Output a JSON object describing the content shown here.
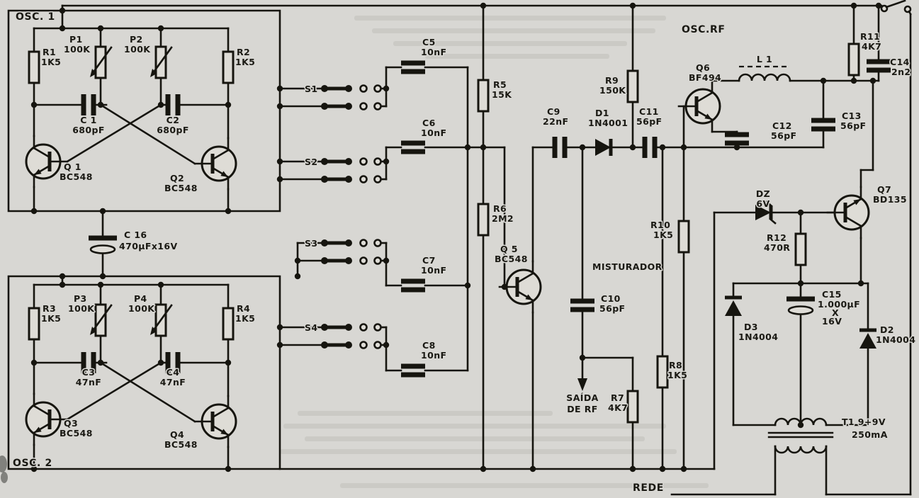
{
  "sections": {
    "osc1": "OSC. 1",
    "osc2": "OSC. 2",
    "oscrf": "OSC.RF",
    "mixer": "MISTURADOR",
    "rf_out_1": "SAÍDA",
    "rf_out_2": "DE RF",
    "rede": "REDE"
  },
  "components": {
    "r1": {
      "ref": "R1",
      "val": "1K5"
    },
    "r2": {
      "ref": "R2",
      "val": "1K5"
    },
    "r3": {
      "ref": "R3",
      "val": "1K5"
    },
    "r4": {
      "ref": "R4",
      "val": "1K5"
    },
    "r5": {
      "ref": "R5",
      "val": "15K"
    },
    "r6": {
      "ref": "R6",
      "val": "2M2"
    },
    "r7": {
      "ref": "R7",
      "val": "4K7"
    },
    "r8": {
      "ref": "R8",
      "val": "1K5"
    },
    "r9": {
      "ref": "R9",
      "val": "150K"
    },
    "r10": {
      "ref": "R10",
      "val": "1K5"
    },
    "r11": {
      "ref": "R11",
      "val": "4K7"
    },
    "r12": {
      "ref": "R12",
      "val": "470R"
    },
    "p1": {
      "ref": "P1",
      "val": "100K"
    },
    "p2": {
      "ref": "P2",
      "val": "100K"
    },
    "p3": {
      "ref": "P3",
      "val": "100K"
    },
    "p4": {
      "ref": "P4",
      "val": "100K"
    },
    "c1": {
      "ref": "C 1",
      "val": "680pF"
    },
    "c2": {
      "ref": "C2",
      "val": "680pF"
    },
    "c3": {
      "ref": "C3",
      "val": "47nF"
    },
    "c4": {
      "ref": "C4",
      "val": "47nF"
    },
    "c5": {
      "ref": "C5",
      "val": "10nF"
    },
    "c6": {
      "ref": "C6",
      "val": "10nF"
    },
    "c7": {
      "ref": "C7",
      "val": "10nF"
    },
    "c8": {
      "ref": "C8",
      "val": "10nF"
    },
    "c9": {
      "ref": "C9",
      "val": "22nF"
    },
    "c10": {
      "ref": "C10",
      "val": "56pF"
    },
    "c11": {
      "ref": "C11",
      "val": "56pF"
    },
    "c12": {
      "ref": "C12",
      "val": "56pF"
    },
    "c13": {
      "ref": "C13",
      "val": "56pF"
    },
    "c14": {
      "ref": "C14",
      "val": "2n2"
    },
    "c15": {
      "ref": "C15",
      "v1": "1.000µF",
      "v2": "X",
      "v3": "16V"
    },
    "c16": {
      "ref": "C 16",
      "val": "470µFx16V"
    },
    "q1": {
      "ref": "Q 1",
      "val": "BC548"
    },
    "q2": {
      "ref": "Q2",
      "val": "BC548"
    },
    "q3": {
      "ref": "Q3",
      "val": "BC548"
    },
    "q4": {
      "ref": "Q4",
      "val": "BC548"
    },
    "q5": {
      "ref": "Q 5",
      "val": "BC548"
    },
    "q6": {
      "ref": "Q6",
      "val": "BF494"
    },
    "q7": {
      "ref": "Q7",
      "val": "BD135"
    },
    "d1": {
      "ref": "D1",
      "val": "1N4001"
    },
    "d2": {
      "ref": "D2",
      "val": "1N4004"
    },
    "d3": {
      "ref": "D3",
      "val": "1N4004"
    },
    "dz": {
      "ref": "DZ",
      "val": "6V"
    },
    "l1": {
      "ref": "L 1"
    },
    "t1": {
      "line1": "T1 9+9V",
      "line2": "250mA"
    },
    "s1": {
      "ref": "S1"
    },
    "s2": {
      "ref": "S2"
    },
    "s3": {
      "ref": "S3"
    },
    "s4": {
      "ref": "S4"
    }
  }
}
